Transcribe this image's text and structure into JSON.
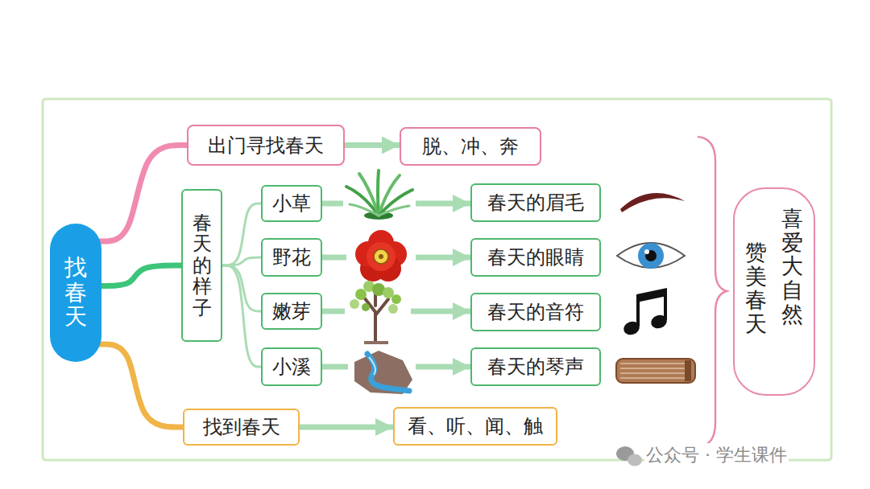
{
  "diagram": {
    "nodes": [
      {
        "text": [
          "找春天"
        ]
      },
      {
        "text": [
          "出门寻找春天"
        ]
      },
      {
        "text": [
          "脱、冲、奔"
        ]
      },
      {
        "text": [
          "春天的样子"
        ]
      },
      {
        "text": [
          "小草"
        ]
      },
      {
        "text": [
          "春天的眉毛"
        ]
      },
      {
        "text": [
          "野花"
        ]
      },
      {
        "text": [
          "春天的眼睛"
        ]
      },
      {
        "text": [
          "嫩芽"
        ]
      },
      {
        "text": [
          "春天的音符"
        ]
      },
      {
        "text": [
          "小溪"
        ]
      },
      {
        "text": [
          "春天的琴声"
        ]
      },
      {
        "text": [
          "找到春天"
        ]
      },
      {
        "text": [
          "看、听、闻、触"
        ]
      },
      {
        "text": [
          "喜爱大自然",
          "赞美春天"
        ]
      }
    ],
    "edges": [
      {
        "from": 0,
        "to": 1,
        "arrow": "none"
      },
      {
        "from": 0,
        "to": 3,
        "arrow": "none"
      },
      {
        "from": 0,
        "to": 12,
        "arrow": "none"
      },
      {
        "from": 1,
        "to": 2,
        "arrow": "to"
      },
      {
        "from": 3,
        "to": 4,
        "arrow": "none"
      },
      {
        "from": 3,
        "to": 6,
        "arrow": "none"
      },
      {
        "from": 3,
        "to": 8,
        "arrow": "none"
      },
      {
        "from": 3,
        "to": 10,
        "arrow": "none"
      },
      {
        "from": 4,
        "to": 5,
        "arrow": "to"
      },
      {
        "from": 6,
        "to": 7,
        "arrow": "to"
      },
      {
        "from": 8,
        "to": 9,
        "arrow": "to"
      },
      {
        "from": 10,
        "to": 11,
        "arrow": "to"
      },
      {
        "from": 12,
        "to": 13,
        "arrow": "to"
      }
    ],
    "labels": [
      "公众号 · 学生课件"
    ]
  }
}
